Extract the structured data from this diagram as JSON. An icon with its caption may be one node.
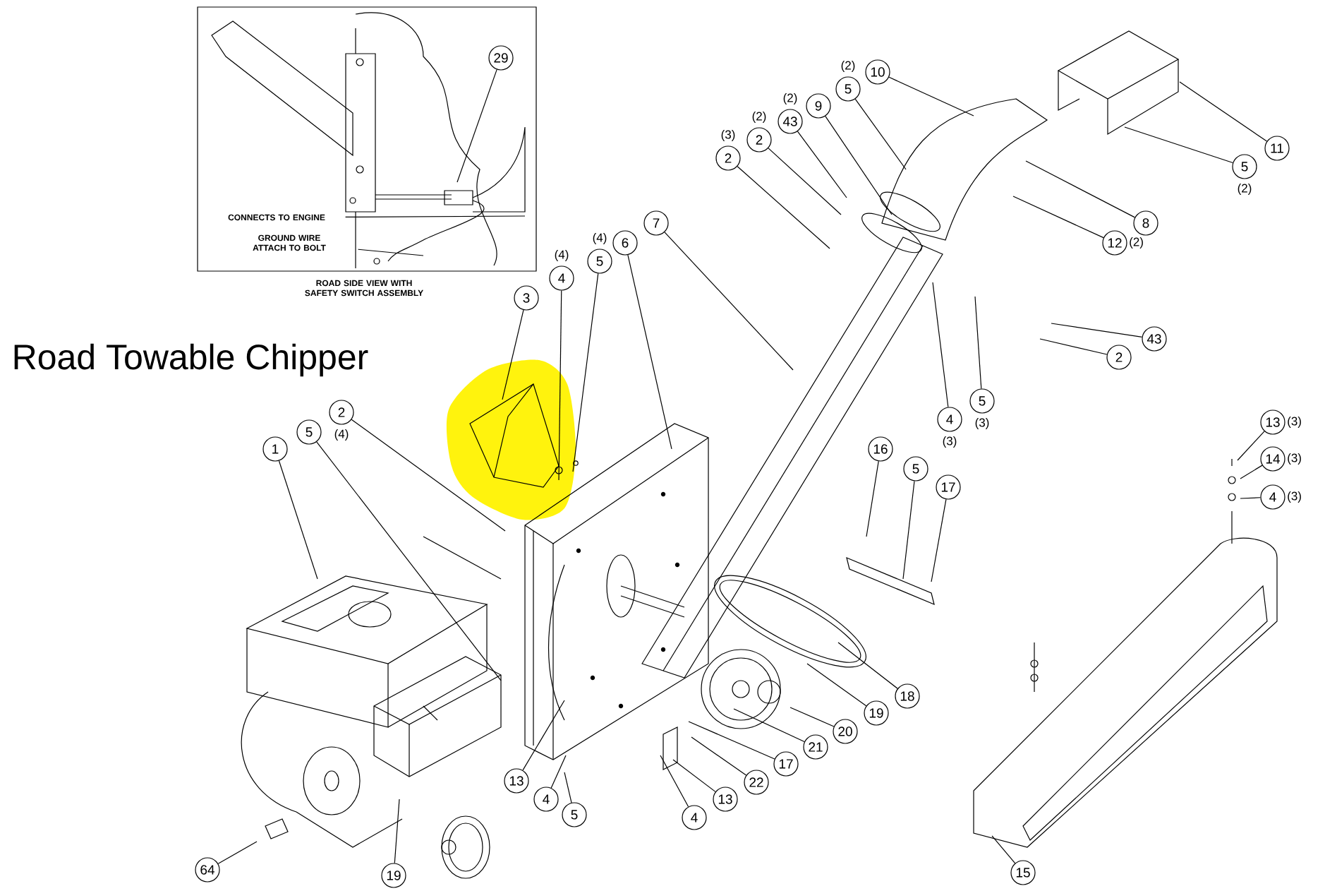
{
  "diagram": {
    "title": "Road Towable Chipper",
    "nodes": [
      {
        "text": [
          "29"
        ]
      },
      {
        "text": [
          "CONNECTS TO ENGINE"
        ]
      },
      {
        "text": [
          "GROUND WIRE ATTACH TO BOLT"
        ]
      },
      {
        "text": [
          "10"
        ]
      },
      {
        "text": [
          "5"
        ],
        "beside": [
          "(2)"
        ]
      },
      {
        "text": [
          "9"
        ]
      },
      {
        "text": [
          "43"
        ],
        "beside": [
          "(2)"
        ]
      },
      {
        "text": [
          "2"
        ],
        "beside": [
          "(2)"
        ]
      },
      {
        "text": [
          "2"
        ],
        "beside": [
          "(3)"
        ]
      },
      {
        "text": [
          "11"
        ]
      },
      {
        "text": [
          "5"
        ],
        "beside": [
          "(2)"
        ]
      },
      {
        "text": [
          "8"
        ]
      },
      {
        "text": [
          "12"
        ],
        "beside": [
          "(2)"
        ]
      },
      {
        "text": [
          "7"
        ]
      },
      {
        "text": [
          "6"
        ]
      },
      {
        "text": [
          "5"
        ],
        "beside": [
          "(4)"
        ]
      },
      {
        "text": [
          "4"
        ],
        "beside": [
          "(4)"
        ]
      },
      {
        "text": [
          "3"
        ]
      },
      {
        "text": [
          "43"
        ]
      },
      {
        "text": [
          "2"
        ]
      },
      {
        "text": [
          "2"
        ],
        "beside": [
          "(4)"
        ]
      },
      {
        "text": [
          "5"
        ]
      },
      {
        "text": [
          "1"
        ]
      },
      {
        "text": [
          "5"
        ],
        "beside": [
          "(3)"
        ]
      },
      {
        "text": [
          "4"
        ],
        "beside": [
          "(3)"
        ]
      },
      {
        "text": [
          "13"
        ],
        "beside": [
          "(3)"
        ]
      },
      {
        "text": [
          "16"
        ]
      },
      {
        "text": [
          "14"
        ],
        "beside": [
          "(3)"
        ]
      },
      {
        "text": [
          "5"
        ]
      },
      {
        "text": [
          "17"
        ]
      },
      {
        "text": [
          "4"
        ],
        "beside": [
          "(3)"
        ]
      },
      {
        "text": [
          "18"
        ]
      },
      {
        "text": [
          "19"
        ]
      },
      {
        "text": [
          "20"
        ]
      },
      {
        "text": [
          "21"
        ]
      },
      {
        "text": [
          "17"
        ]
      },
      {
        "text": [
          "22"
        ]
      },
      {
        "text": [
          "13"
        ]
      },
      {
        "text": [
          "4"
        ]
      },
      {
        "text": [
          "13"
        ]
      },
      {
        "text": [
          "4"
        ]
      },
      {
        "text": [
          "5"
        ]
      },
      {
        "text": [
          "15"
        ]
      },
      {
        "text": [
          "64"
        ]
      },
      {
        "text": [
          "19"
        ]
      }
    ],
    "edges": [
      {
        "from": 0,
        "to": null,
        "arrow": "none"
      },
      {
        "from": 1,
        "to": null,
        "arrow": "none"
      },
      {
        "from": 2,
        "to": null,
        "arrow": "none"
      },
      {
        "from": 3,
        "to": null,
        "arrow": "none"
      },
      {
        "from": 4,
        "to": null,
        "arrow": "none"
      },
      {
        "from": 5,
        "to": null,
        "arrow": "none"
      },
      {
        "from": 6,
        "to": null,
        "arrow": "none"
      },
      {
        "from": 7,
        "to": null,
        "arrow": "none"
      },
      {
        "from": 8,
        "to": null,
        "arrow": "none"
      },
      {
        "from": 9,
        "to": null,
        "arrow": "none"
      },
      {
        "from": 10,
        "to": null,
        "arrow": "none"
      },
      {
        "from": 11,
        "to": null,
        "arrow": "none"
      },
      {
        "from": 12,
        "to": null,
        "arrow": "none"
      },
      {
        "from": 13,
        "to": null,
        "arrow": "none"
      },
      {
        "from": 14,
        "to": null,
        "arrow": "none"
      },
      {
        "from": 15,
        "to": null,
        "arrow": "none"
      },
      {
        "from": 16,
        "to": null,
        "arrow": "none"
      },
      {
        "from": 17,
        "to": null,
        "arrow": "none"
      },
      {
        "from": 18,
        "to": null,
        "arrow": "none"
      },
      {
        "from": 19,
        "to": null,
        "arrow": "none"
      },
      {
        "from": 20,
        "to": null,
        "arrow": "none"
      },
      {
        "from": 21,
        "to": null,
        "arrow": "none"
      },
      {
        "from": 22,
        "to": null,
        "arrow": "none"
      },
      {
        "from": 23,
        "to": null,
        "arrow": "none"
      },
      {
        "from": 24,
        "to": null,
        "arrow": "none"
      },
      {
        "from": 25,
        "to": null,
        "arrow": "none"
      },
      {
        "from": 26,
        "to": null,
        "arrow": "none"
      },
      {
        "from": 27,
        "to": null,
        "arrow": "none"
      },
      {
        "from": 28,
        "to": null,
        "arrow": "none"
      },
      {
        "from": 29,
        "to": null,
        "arrow": "none"
      },
      {
        "from": 30,
        "to": null,
        "arrow": "none"
      },
      {
        "from": 31,
        "to": null,
        "arrow": "none"
      },
      {
        "from": 32,
        "to": null,
        "arrow": "none"
      },
      {
        "from": 33,
        "to": null,
        "arrow": "none"
      },
      {
        "from": 34,
        "to": null,
        "arrow": "none"
      },
      {
        "from": 35,
        "to": null,
        "arrow": "none"
      },
      {
        "from": 36,
        "to": null,
        "arrow": "none"
      },
      {
        "from": 37,
        "to": null,
        "arrow": "none"
      },
      {
        "from": 38,
        "to": null,
        "arrow": "none"
      },
      {
        "from": 39,
        "to": null,
        "arrow": "none"
      },
      {
        "from": 40,
        "to": null,
        "arrow": "none"
      },
      {
        "from": 41,
        "to": null,
        "arrow": "none"
      },
      {
        "from": 42,
        "to": null,
        "arrow": "none"
      },
      {
        "from": 43,
        "to": null,
        "arrow": "none"
      },
      {
        "from": 44,
        "to": null,
        "arrow": "none"
      }
    ],
    "labels": [
      "ROAD SIDE VIEW WITH SAFETY SWITCH ASSEMBLY"
    ]
  }
}
